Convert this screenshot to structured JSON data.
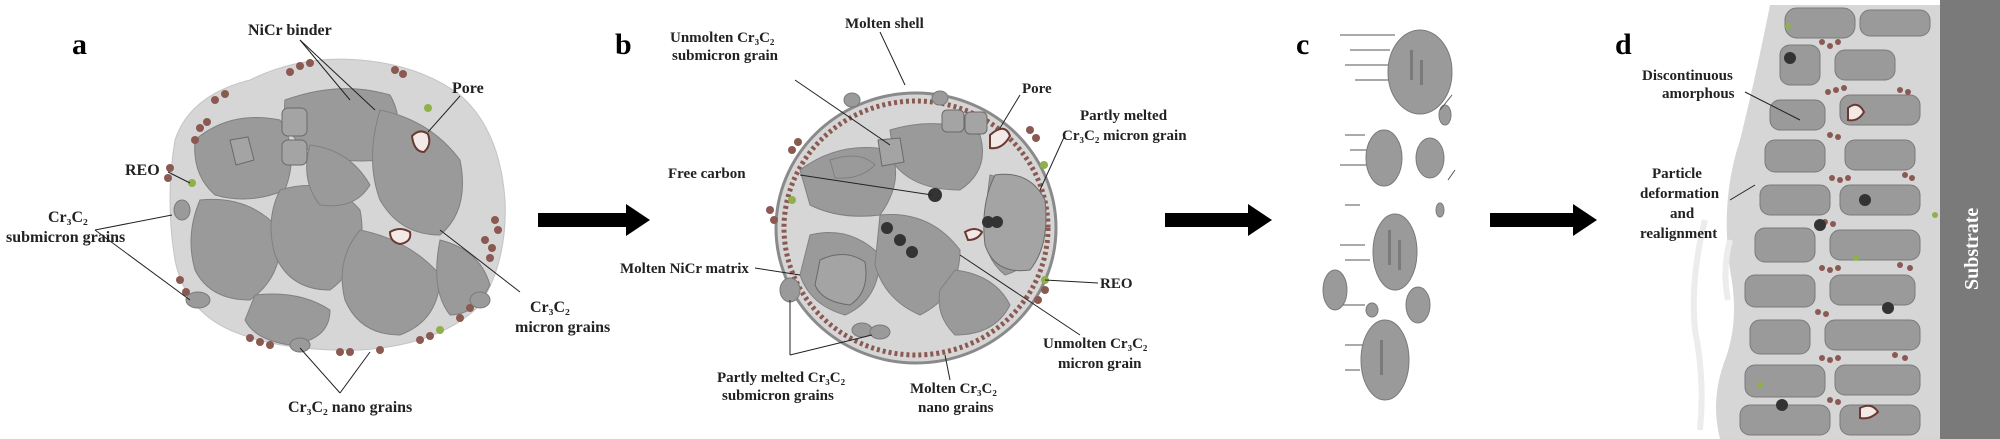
{
  "figure": {
    "panels": [
      {
        "letter": "a"
      },
      {
        "letter": "b"
      },
      {
        "letter": "c"
      },
      {
        "letter": "d"
      }
    ],
    "labels_a": {
      "nicr_binder": "NiCr binder",
      "pore": "Pore",
      "reo": "REO",
      "submicron_1": "Cr₃C₂",
      "submicron_2": "submicron grains",
      "micron_1": "Cr₃C₂",
      "micron_2": "micron grains",
      "nano": "Cr₃C₂ nano grains"
    },
    "labels_b": {
      "unmolten_sub_1": "Unmolten Cr₃C₂",
      "unmolten_sub_2": "submicron grain",
      "molten_shell": "Molten shell",
      "pore": "Pore",
      "partly_micron_1": "Partly melted",
      "partly_micron_2": "Cr₃C₂ micron grain",
      "free_carbon": "Free carbon",
      "molten_nicr": "Molten NiCr matrix",
      "reo": "REO",
      "unmolten_micron_1": "Unmolten Cr₃C₂",
      "unmolten_micron_2": "micron grain",
      "partly_sub_1": "Partly melted Cr₃C₂",
      "partly_sub_2": "submicron grains",
      "molten_nano_1": "Molten Cr₃C₂",
      "molten_nano_2": "nano grains"
    },
    "labels_d": {
      "disc_1": "Discontinuous",
      "disc_2": "amorphous",
      "deform_1": "Particle",
      "deform_2": "deformation",
      "deform_3": "and",
      "deform_4": "realignment",
      "substrate": "Substrate"
    },
    "colors": {
      "grain": "#9a9a9a",
      "grain_stroke": "#7a7a7a",
      "matrix": "#d6d6d6",
      "nano": "#8a5a52",
      "reo": "#8fb04a",
      "substrate": "#7a7a7a",
      "arrow": "#000000"
    }
  }
}
